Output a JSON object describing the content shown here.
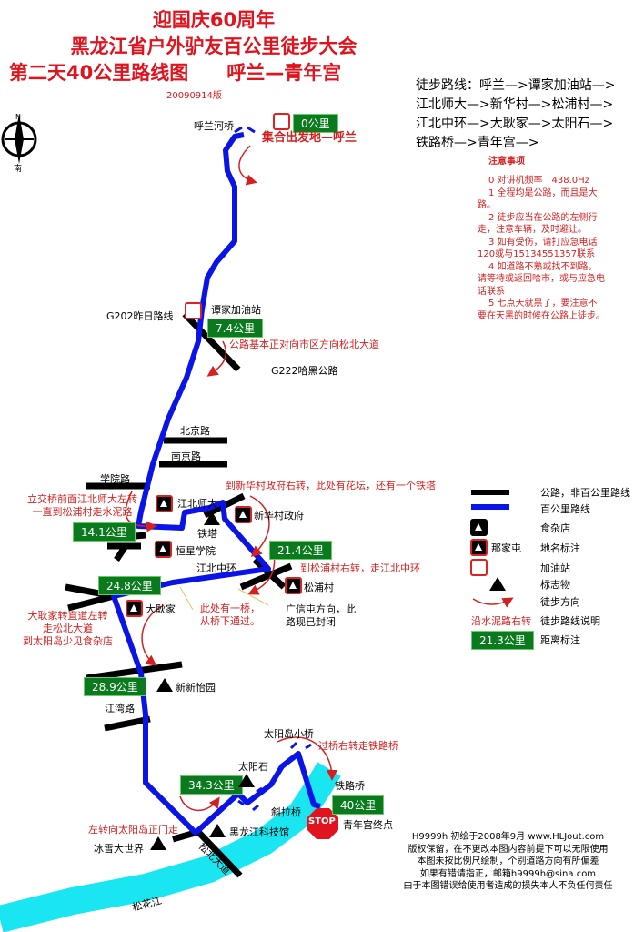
{
  "title": {
    "line1": "迎国庆60周年",
    "line2": "黑龙江省户外驴友百公里徒步大会",
    "line3": "第二天40公里路线图　　呼兰—青年宫",
    "version": "20090914版"
  },
  "compass": {
    "north": "N",
    "south": "南",
    "icon": "compass-icon"
  },
  "route_text": [
    "徒步路线：呼兰—>谭家加油站—>",
    "江北师大—>新华村—>松浦村—>",
    "江北中环—>大耿家—>太阳石—>",
    "铁路桥—>青年宫—>"
  ],
  "notes": {
    "title": "注意事项",
    "items": [
      "0 对讲机频率　438.0Hz",
      "1 全程均是公路，而且是大路。",
      "2 徒步应当在公路的左侧行走，注意车辆，及时避让。",
      "3 如有受伤，请打应急电话120或与15134551357联系",
      "4 如道路不熟或找不到路，请等待或返回哈市，或与应急电话联系",
      "5 七点天就黑了，要注意不要在天黑的时候在公路上徒步。"
    ]
  },
  "distances": [
    "0公里",
    "7.4公里",
    "14.1公里",
    "21.4公里",
    "24.8公里",
    "28.9公里",
    "34.3公里",
    "40公里"
  ],
  "places": {
    "hulan_bridge": "呼兰河桥",
    "tanjia": "谭家加油站",
    "g202": "G202昨日路线",
    "g222": "G222哈黑公路",
    "beijing_rd": "北京路",
    "nanjing_rd": "南京路",
    "xueyuan_rd": "学院路",
    "jiangbei_shida": "江北师大",
    "tieta": "铁塔",
    "xinhua": "新华村政府",
    "hengxing": "恒星学院",
    "jiangbei_zhonghuan": "江北中环",
    "songpu": "松浦村",
    "dageng": "大耿家",
    "guangxin": "广信屯方向，此\n路现已封闭",
    "xinxinyi": "新新怡园",
    "jiangwan": "江湾路",
    "taiyangdao_bridge": "太阳岛小桥",
    "taiyangshi": "太阳石",
    "tielu_bridge": "铁路桥",
    "xiela": "斜拉桥",
    "kejiguan": "黑龙江科技馆",
    "bingxue": "冰雪大世界",
    "songbei": "松北大道",
    "songhua": "松花江",
    "end": "青年宫终点",
    "stop": "STOP"
  },
  "instructions": {
    "start": "集合出发地—呼兰",
    "g222_dir": "公路基本正对向市区方向松北大道",
    "xinhua_turn": "到新华村政府右转，此处有花坛，还有一个铁塔",
    "lijiao": "立交桥前面江北师大左转\n一直到松浦村走水泥路",
    "songpu_turn": "到松浦村右转，走江北中环",
    "bridge_under": "此处有一桥，\n从桥下通过。",
    "dageng_turn": "大耿家转直道左转\n走松北大道\n到太阳岛少见食杂店",
    "taiyangdao_turn": "左转向太阳岛正门走",
    "cross_bridge": "过桥右转走铁路桥"
  },
  "legend": {
    "items": [
      {
        "symbol": "black-road",
        "label": "公路，非百公里路线"
      },
      {
        "symbol": "blue-route",
        "label": "百公里路线"
      },
      {
        "symbol": "store-icon",
        "label": "食杂店"
      },
      {
        "symbol": "place-icon",
        "sample": "那家屯",
        "label": "地名标注"
      },
      {
        "symbol": "gas-station-icon",
        "label": "加油站"
      },
      {
        "symbol": "landmark-icon",
        "label": "标志物"
      },
      {
        "symbol": "direction-arrow",
        "label": "徒步方向"
      },
      {
        "symbol": "red-text",
        "sample": "沿水泥路右转",
        "label": "徒步路线说明"
      },
      {
        "symbol": "distance-box",
        "sample": "21.3公里",
        "label": "距离标注"
      }
    ]
  },
  "footer": [
    "H9999h 初绘于2008年9月 www.HLJout.com",
    "版权保留，在不更改本图内容前提下可以无限使用",
    "本图未按比例尺绘制，个别道路方向有所偏差",
    "如果有错请指正，邮箱h9999h@sina.com",
    "由于本图错误给使用者造成的损失本人不负任何责任"
  ],
  "colors": {
    "route": "#0a14e6",
    "road": "#000000",
    "river": "#19e6f0",
    "text_red": "#d42020",
    "distance_bg": "#0b7a1e"
  }
}
